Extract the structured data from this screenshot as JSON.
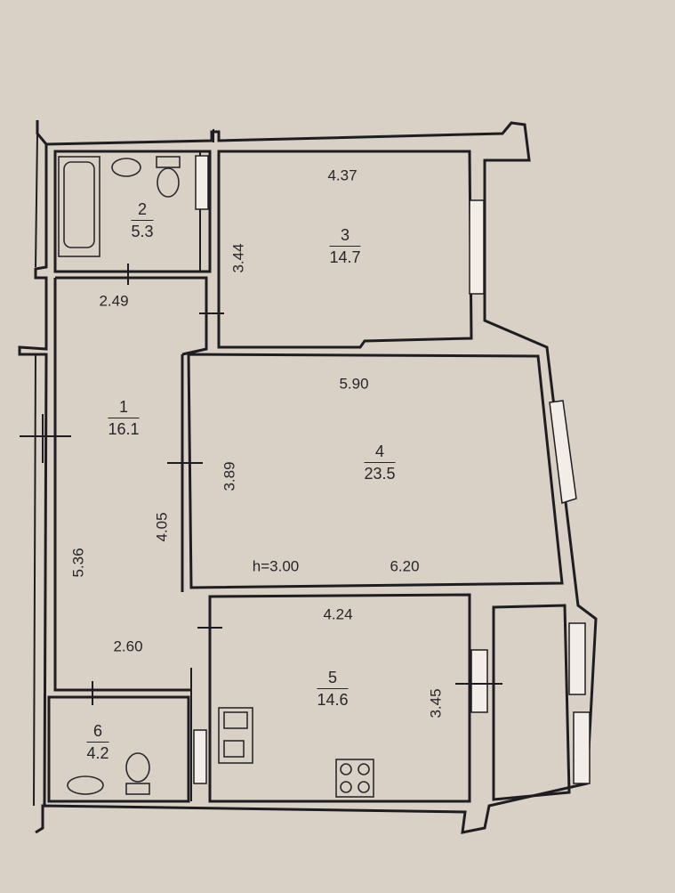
{
  "rooms": [
    {
      "number": "1",
      "area": "16.1"
    },
    {
      "number": "2",
      "area": "5.3"
    },
    {
      "number": "3",
      "area": "14.7"
    },
    {
      "number": "4",
      "area": "23.5"
    },
    {
      "number": "5",
      "area": "14.6"
    },
    {
      "number": "6",
      "area": "4.2"
    }
  ],
  "dimensions": {
    "room3_width": "4.37",
    "room3_depth": "3.44",
    "room1_top": "2.49",
    "room1_left": "5.36",
    "room1_right": "4.05",
    "room1_bottom": "2.60",
    "room4_top": "5.90",
    "room4_left": "3.89",
    "room4_bottom": "6.20",
    "room5_top": "4.24",
    "room5_right": "3.45"
  },
  "ceiling_height": "h=3.00"
}
